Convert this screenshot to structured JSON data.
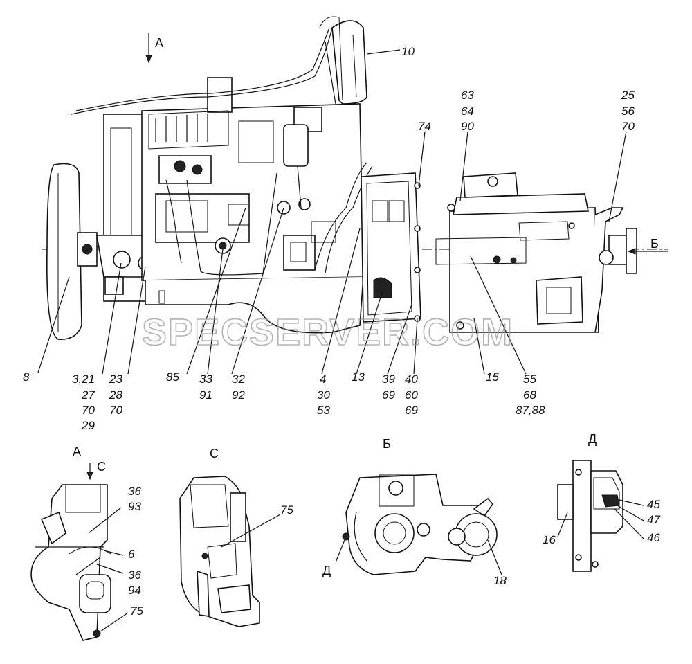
{
  "watermark": "SPECSERVER.COM",
  "main_labels": {
    "L8": "8",
    "L10": "10",
    "L3": [
      "3,21",
      "27",
      "70",
      "29"
    ],
    "L23": [
      "23",
      "28",
      "70"
    ],
    "L85": "85",
    "L33": [
      "33",
      "91"
    ],
    "L32": [
      "32",
      "92"
    ],
    "L4": [
      "4",
      "30",
      "53"
    ],
    "L13": "13",
    "L39": [
      "39",
      "69"
    ],
    "L40": [
      "40",
      "60",
      "69"
    ],
    "L15": "15",
    "L55": [
      "55",
      "68",
      "87,88"
    ],
    "L74": "74",
    "L63": [
      "63",
      "64",
      "90"
    ],
    "L25": [
      "25",
      "56",
      "70"
    ],
    "arrowA": "A",
    "arrowB": "Б"
  },
  "view_A": {
    "title": "A",
    "arrowC": "C",
    "labels": {
      "L36a": [
        "36",
        "93"
      ],
      "L6": "6",
      "L36b": [
        "36",
        "94"
      ],
      "L75": "75"
    }
  },
  "view_C": {
    "title": "C",
    "labels": {
      "L75": "75"
    }
  },
  "view_B": {
    "title": "Б",
    "labels": {
      "L18": "18",
      "LD": "Д"
    }
  },
  "view_D": {
    "title": "Д",
    "labels": {
      "L16": "16",
      "L45": "45",
      "L47": "47",
      "L46": "46"
    }
  }
}
